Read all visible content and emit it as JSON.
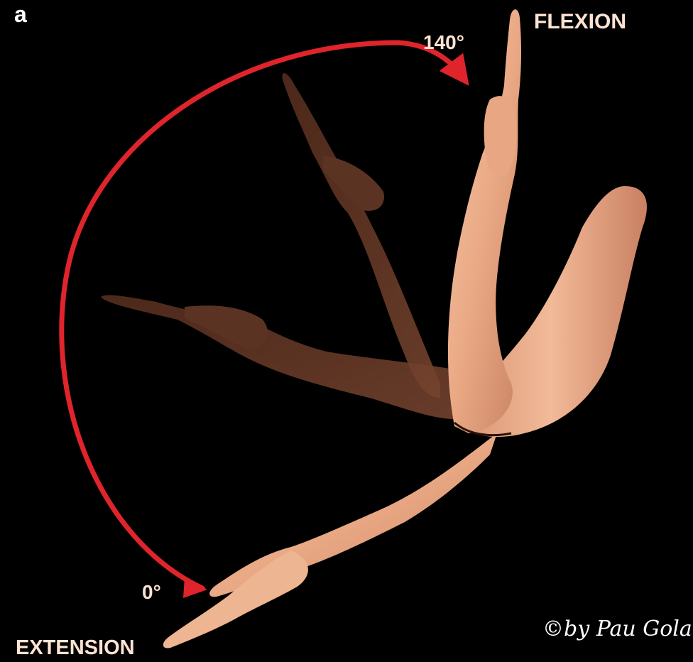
{
  "figure": {
    "panel_label": "a",
    "flexion_label": "FLEXION",
    "extension_label": "EXTENSION",
    "angle_max": "140°",
    "angle_min": "0°",
    "signature": "©by Pau Golanó"
  },
  "colors": {
    "background": "#000000",
    "arrow": "#e0242b",
    "skin_light": "#eeb592",
    "skin_shade": "#c98363",
    "ghost_skin": "#6a3a28",
    "label_text": "#ffe3d2"
  }
}
